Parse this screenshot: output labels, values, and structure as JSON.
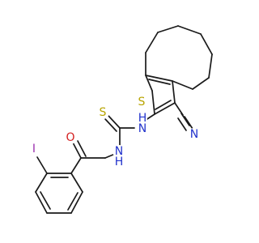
{
  "atoms": {
    "S_ring": {
      "symbol": "S",
      "color": "#b8a400"
    },
    "S_thio": {
      "symbol": "S",
      "color": "#b8a400"
    },
    "NH_1": {
      "symbol": "H",
      "color": "#2233cc"
    },
    "N_1": {
      "symbol": "N",
      "color": "#2233cc"
    },
    "NH_2": {
      "symbol": "H",
      "color": "#2233cc"
    },
    "N_2": {
      "symbol": "N",
      "color": "#2233cc"
    },
    "N_cyano": {
      "symbol": "N",
      "color": "#2233cc"
    },
    "O": {
      "symbol": "O",
      "color": "#d42020"
    },
    "I": {
      "symbol": "I",
      "color": "#9b2fae"
    }
  },
  "bond_color": "#1a1a1a"
}
